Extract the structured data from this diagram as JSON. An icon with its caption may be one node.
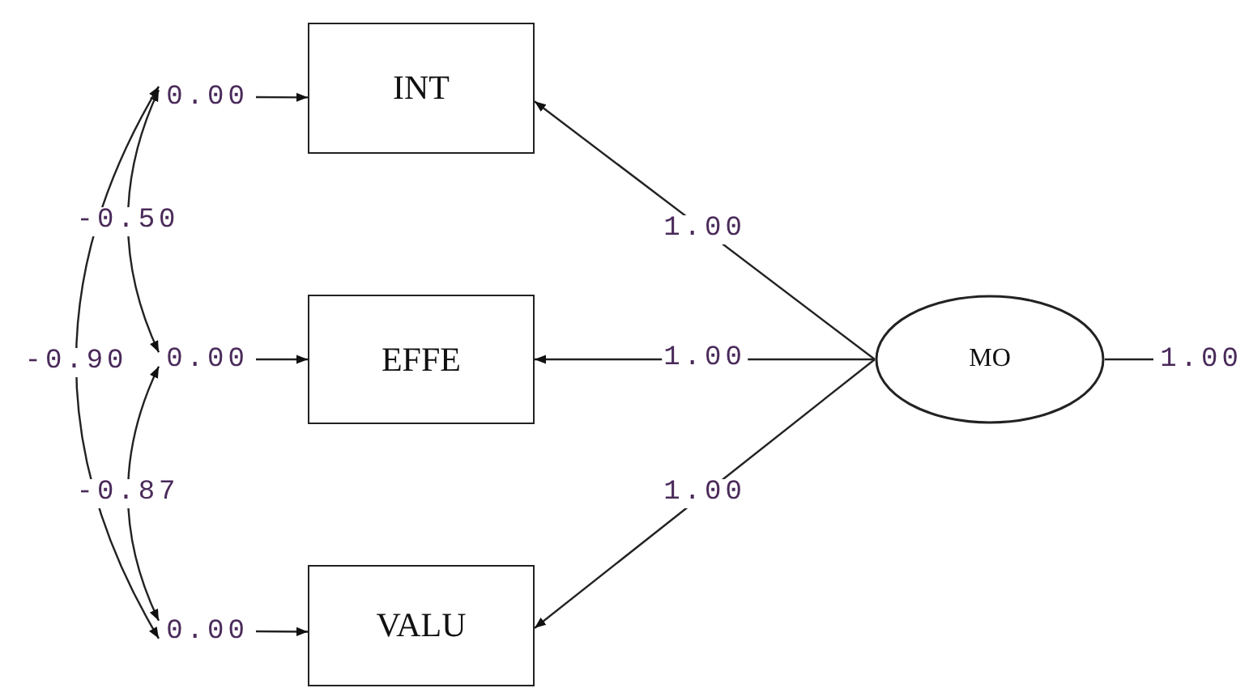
{
  "diagram": {
    "nodes": [
      {
        "text": [
          "INT"
        ]
      },
      {
        "text": [
          "EFFE"
        ]
      },
      {
        "text": [
          "VALU"
        ]
      },
      {
        "text": [
          "MO"
        ]
      },
      {
        "text": [
          "0.00"
        ]
      },
      {
        "text": [
          "0.00"
        ]
      },
      {
        "text": [
          "0.00"
        ]
      },
      {
        "text": [
          "1.00"
        ]
      }
    ],
    "edges": [
      {
        "from": 3,
        "to": 0,
        "arrow": "to",
        "label": "1.00"
      },
      {
        "from": 3,
        "to": 1,
        "arrow": "to",
        "label": "1.00"
      },
      {
        "from": 3,
        "to": 2,
        "arrow": "to",
        "label": "1.00"
      },
      {
        "from": 4,
        "to": 0,
        "arrow": "to"
      },
      {
        "from": 5,
        "to": 1,
        "arrow": "to"
      },
      {
        "from": 6,
        "to": 2,
        "arrow": "to"
      },
      {
        "from": 3,
        "to": 7,
        "arrow": "none"
      },
      {
        "from": 4,
        "to": 5,
        "arrow": "both",
        "label": "-0.50"
      },
      {
        "from": 4,
        "to": 6,
        "arrow": "both",
        "label": "-0.90"
      },
      {
        "from": 5,
        "to": 6,
        "arrow": "both",
        "label": "-0.87"
      }
    ]
  }
}
